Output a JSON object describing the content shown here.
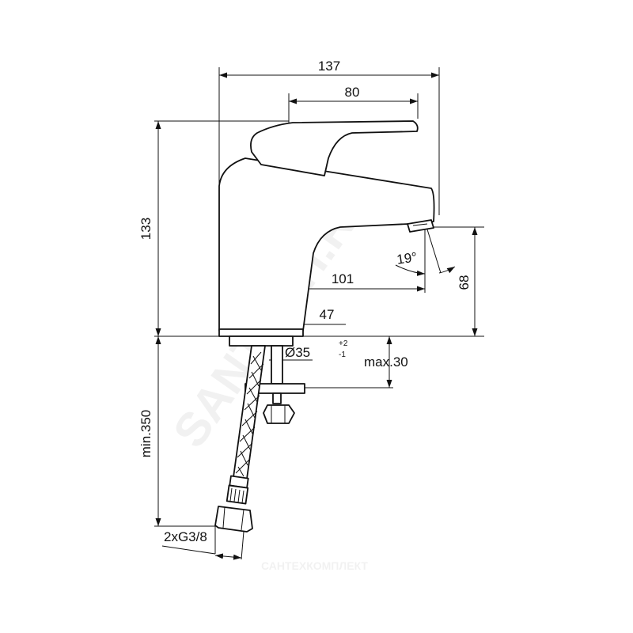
{
  "drawing": {
    "dimensions": {
      "overall_width": "137",
      "lever_length": "80",
      "overall_height": "133",
      "spout_height": "68",
      "spout_reach": "101",
      "base_offset": "47",
      "spout_angle": "19°",
      "hole_diameter": "Ø35",
      "hole_tol_plus": "+2",
      "hole_tol_minus": "-1",
      "max_deck_thickness": "max.30",
      "min_hose_length": "min.350",
      "connection": "2xG3/8"
    },
    "watermarks": {
      "diagonal": "SANTECH.RU",
      "bottom": "САНТЕХКОМПЛЕКТ"
    }
  }
}
